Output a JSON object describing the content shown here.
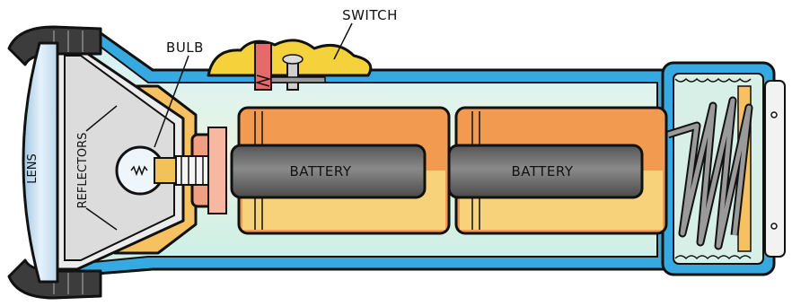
{
  "labels": {
    "switch": "SWITCH",
    "bulb": "BULB",
    "lens": "LENS",
    "reflectors": "REFLECTORS",
    "battery_1": "BATTERY",
    "battery_2": "BATTERY"
  },
  "colors": {
    "casing": "#35a9e0",
    "interior": "#cfeee6",
    "battery_body": "#f29a4f",
    "battery_light": "#f7d27a",
    "battery_core": "#6f6f6f",
    "switch": "#f5d23c",
    "reflector": "#ededed",
    "lens": "#cfe4f2",
    "cap": "#3c3c3c",
    "spring": "#8a8a8a",
    "socket": "#f0a080"
  }
}
